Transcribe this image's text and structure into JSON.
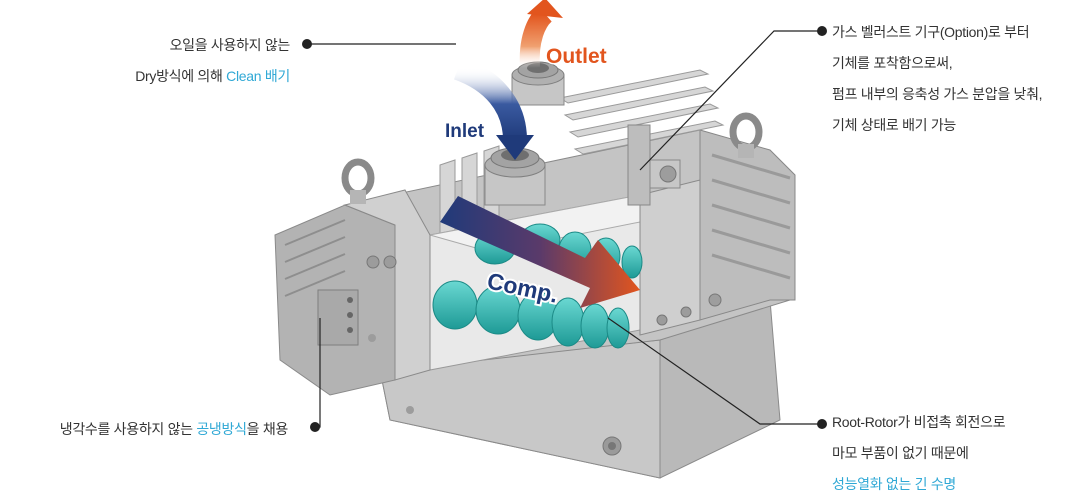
{
  "labels": {
    "outlet": "Outlet",
    "inlet": "Inlet",
    "comp": "Comp."
  },
  "callouts": {
    "top_left": {
      "line1": "오일을 사용하지 않는",
      "line2_prefix": "Dry방식에 의해 ",
      "line2_highlight": "Clean 배기"
    },
    "bottom_left": {
      "prefix": "냉각수를 사용하지 않는 ",
      "highlight": "공냉방식",
      "suffix": "을 채용"
    },
    "top_right": {
      "lines": [
        "가스 벨러스트 기구(Option)로 부터",
        "기체를 포착함으로써,",
        "펌프 내부의 응축성 가스 분압을 낮춰,",
        "기체 상태로 배기 가능"
      ]
    },
    "bottom_right": {
      "line1": "Root-Rotor가 비접촉 회전으로",
      "line2": "마모 부품이 없기 때문에",
      "highlight": "성능열화 없는 긴 수명"
    }
  },
  "colors": {
    "accent": "#2fa8d5",
    "outlet_orange": "#e2551e",
    "inlet_navy": "#1f3a7a",
    "rotor_teal": "#2bb8b3",
    "body_gray": "#c9c9c9",
    "leader_line": "#222222"
  }
}
